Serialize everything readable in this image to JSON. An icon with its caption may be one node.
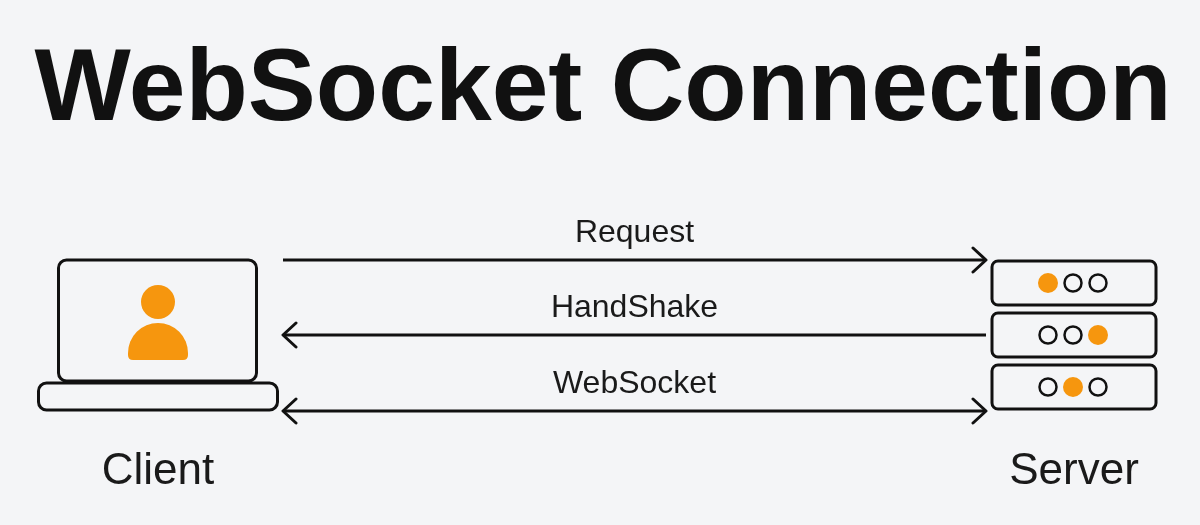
{
  "diagram": {
    "title": "WebSocket Connection",
    "nodes": [
      {
        "text": [
          "Client"
        ]
      },
      {
        "text": [
          "Server"
        ]
      }
    ],
    "edges": [
      {
        "from": 0,
        "to": 1,
        "arrow": "to",
        "label": "Request"
      },
      {
        "from": 1,
        "to": 0,
        "arrow": "to",
        "label": "HandShake"
      },
      {
        "from": 0,
        "to": 1,
        "arrow": "both",
        "label": "WebSocket"
      }
    ]
  }
}
